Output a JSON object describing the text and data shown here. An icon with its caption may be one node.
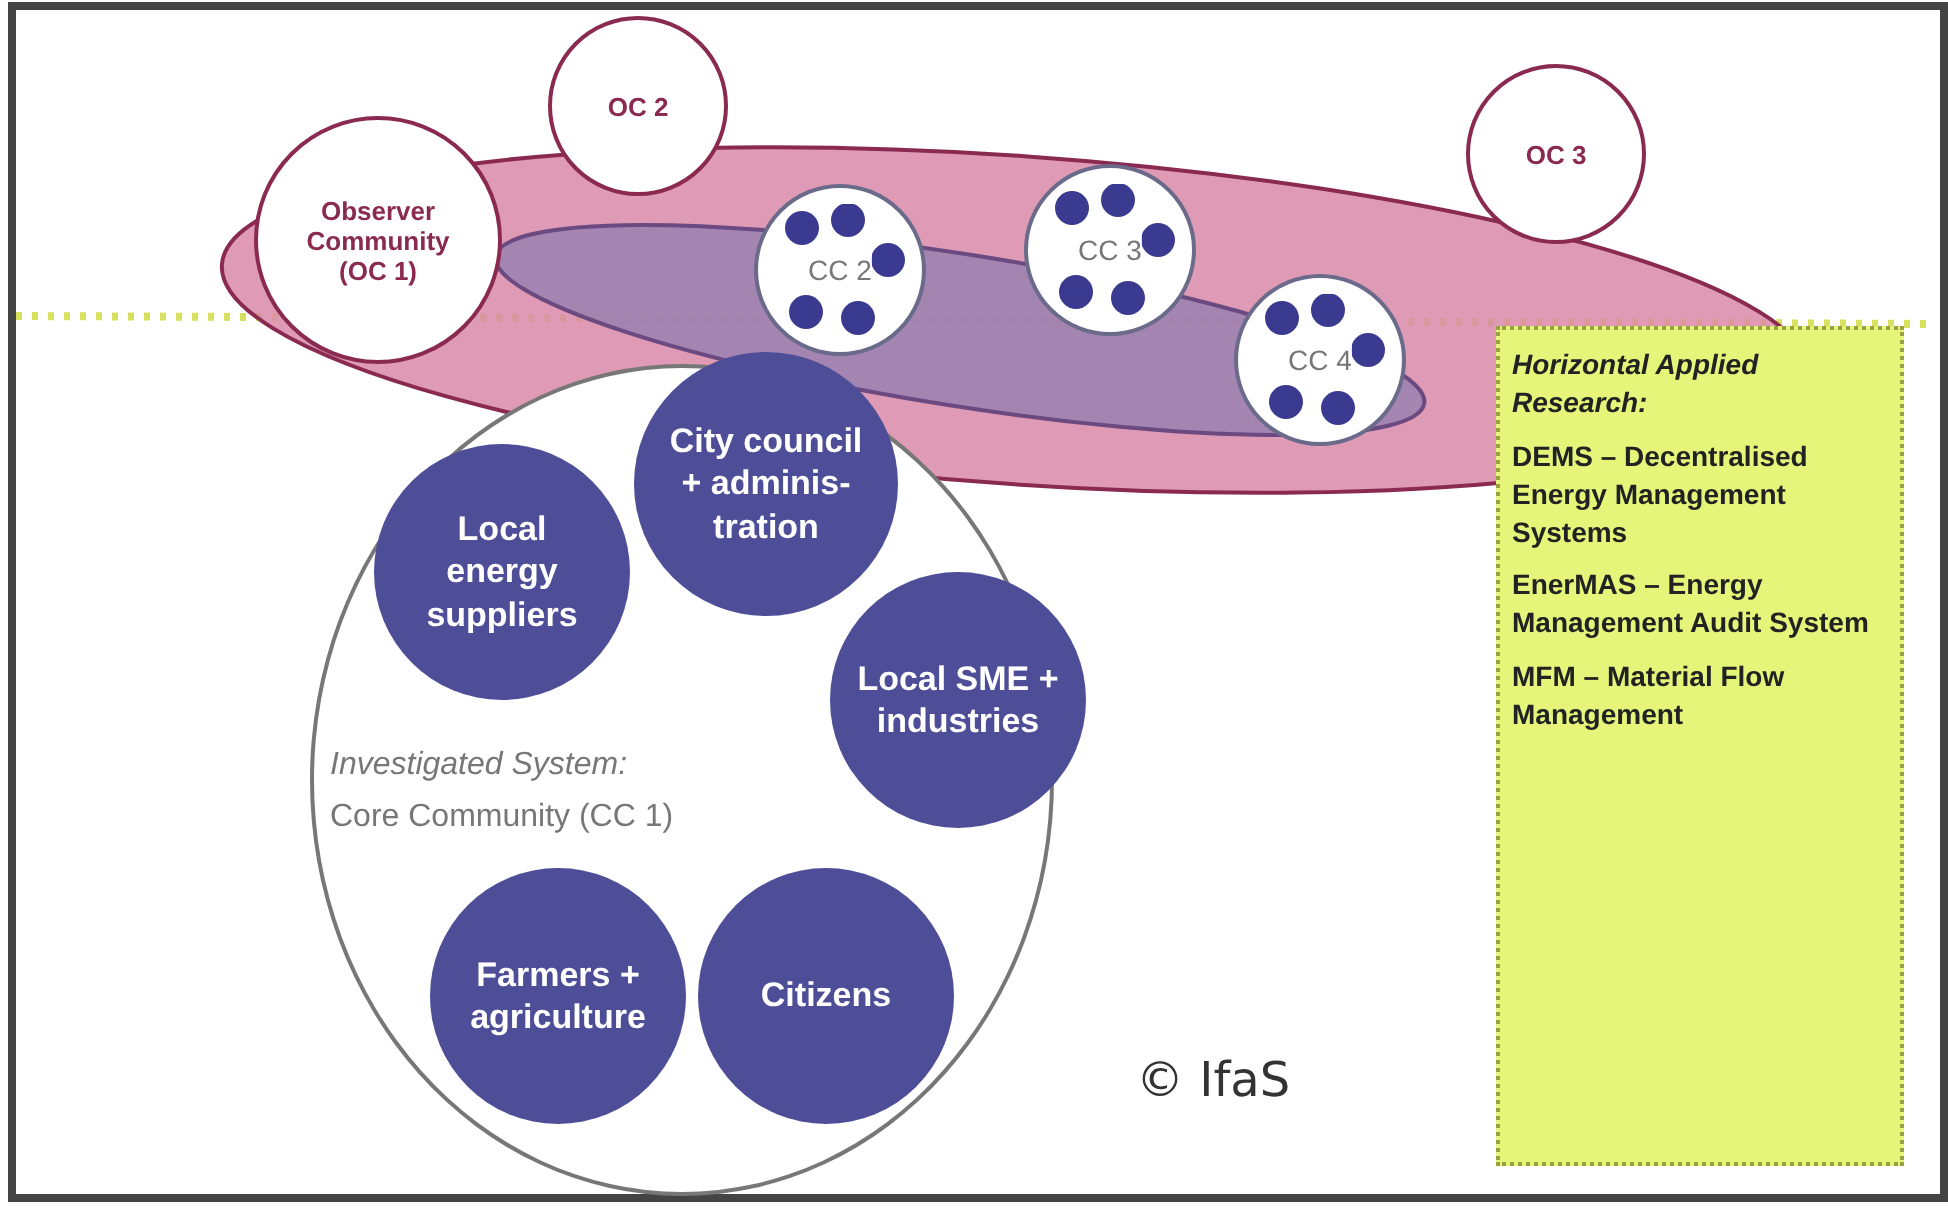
{
  "diagram": {
    "nodes": [
      {
        "text": [
          "Observer Community (OC 1)"
        ]
      },
      {
        "text": [
          "OC 2"
        ]
      },
      {
        "text": [
          "CC 2"
        ]
      },
      {
        "text": [
          "CC 3"
        ]
      },
      {
        "text": [
          "OC 3"
        ]
      },
      {
        "text": [
          "CC 4"
        ]
      },
      {
        "text": [
          "Investigated System:",
          "Core Community (CC 1)"
        ]
      },
      {
        "text": [
          "Local energy suppliers"
        ],
        "in": 6
      },
      {
        "text": [
          "City council + adminis- tration"
        ],
        "in": 6
      },
      {
        "text": [
          "Local SME + industries"
        ],
        "in": 6
      },
      {
        "text": [
          "Farmers + agriculture"
        ],
        "in": 6
      },
      {
        "text": [
          "Citizens"
        ],
        "in": 6
      },
      {
        "text": [
          "Horizontal Applied Research:",
          "DEMS – Decentralised Energy Management Systems",
          "EnerMAS – Energy Management Audit System",
          "MFM – Material Flow Management"
        ]
      }
    ],
    "labels": [
      "© IfaS"
    ]
  }
}
